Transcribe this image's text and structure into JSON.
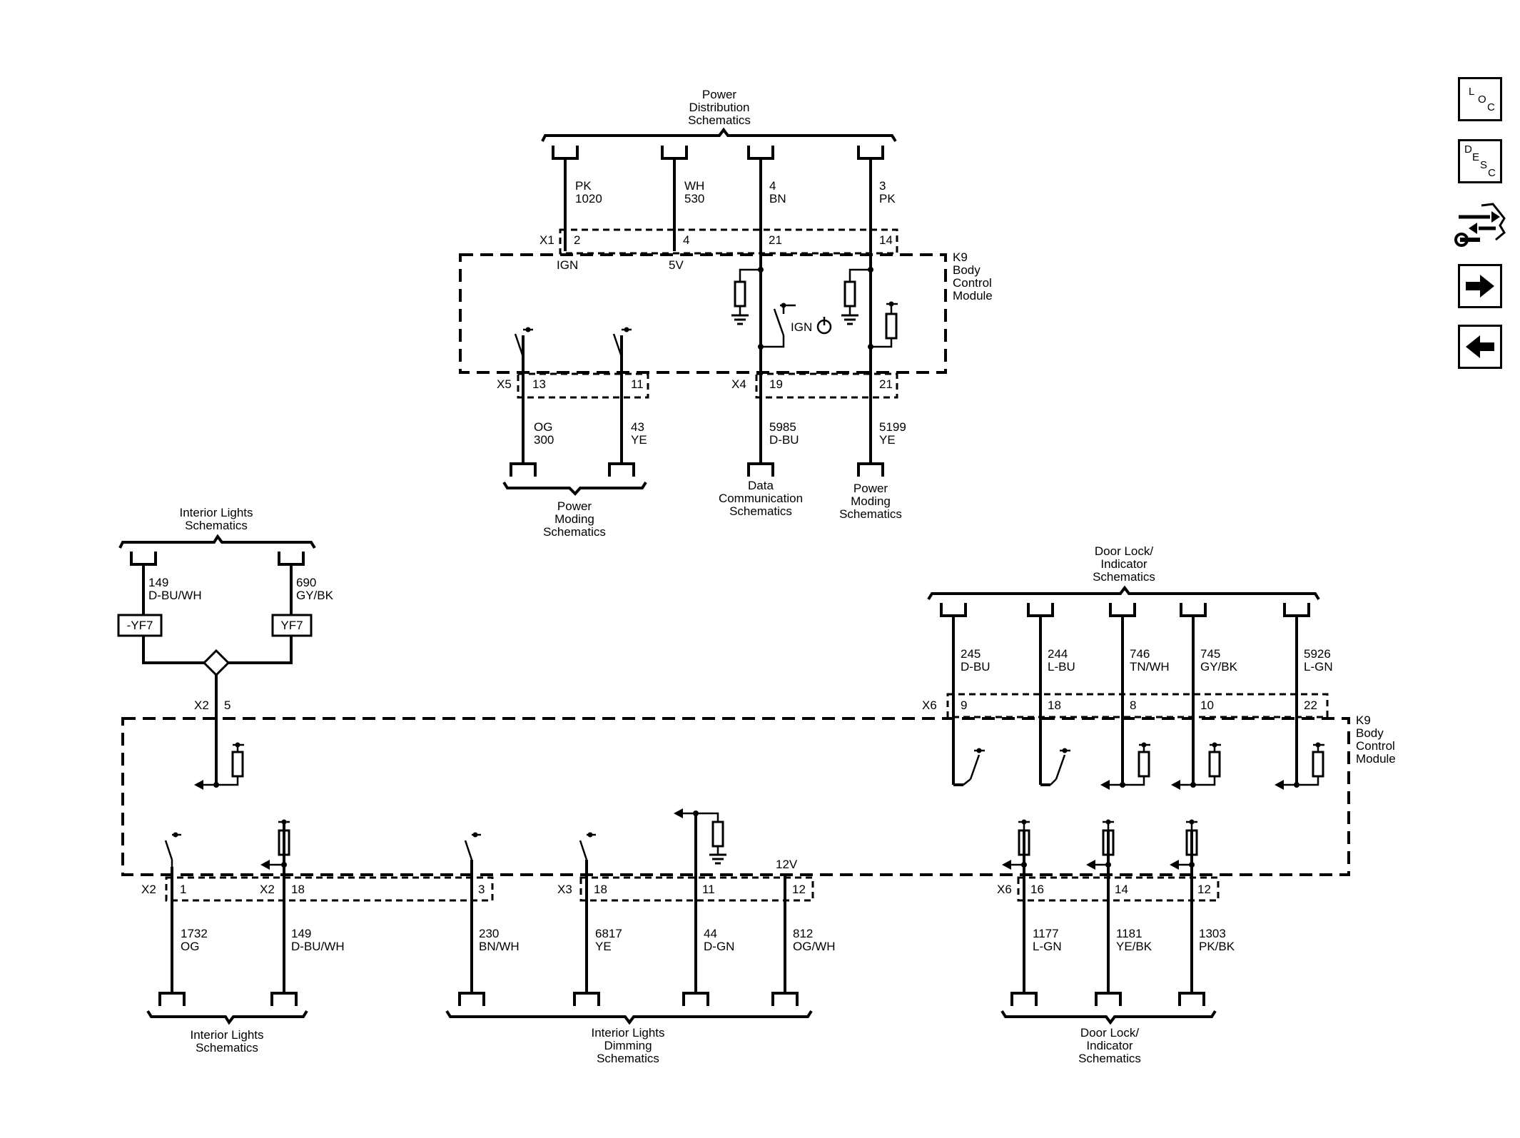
{
  "nav": {
    "loc": [
      "L",
      "O",
      "C"
    ],
    "desc": [
      "D",
      "E",
      "S",
      "C"
    ]
  },
  "upper": {
    "source_label": [
      "Power",
      "Distribution",
      "Schematics"
    ],
    "wires": [
      {
        "l1": "PK",
        "l2": "1020",
        "pin": "2",
        "func": "IGN"
      },
      {
        "l1": "WH",
        "l2": "530",
        "pin": "4",
        "func": "5V"
      },
      {
        "l1": "4",
        "l2": "BN",
        "pin": "21"
      },
      {
        "l1": "3",
        "l2": "PK",
        "pin": "14"
      }
    ],
    "conn_x1": "X1",
    "module": [
      "K9",
      "Body",
      "Control",
      "Module"
    ],
    "ign_label": "IGN",
    "conn_x5": "X5",
    "conn_x4": "X4",
    "bottom_wires": [
      {
        "pin": "13",
        "l1": "OG",
        "l2": "300"
      },
      {
        "pin": "11",
        "l1": "43",
        "l2": "YE"
      },
      {
        "pin": "19",
        "l1": "5985",
        "l2": "D-BU"
      },
      {
        "pin": "21",
        "l1": "5199",
        "l2": "YE"
      }
    ],
    "dest_power_moding": [
      "Power",
      "Moding",
      "Schematics"
    ],
    "dest_data_comm": [
      "Data",
      "Communication",
      "Schematics"
    ],
    "dest_power_moding_2": [
      "Power",
      "Moding",
      "Schematics"
    ]
  },
  "interior_top": {
    "label": [
      "Interior Lights",
      "Schematics"
    ],
    "wires": [
      {
        "l1": "149",
        "l2": "D-BU/WH",
        "box": "-YF7"
      },
      {
        "l1": "690",
        "l2": "GY/BK",
        "box": "YF7"
      }
    ],
    "conn": "X2",
    "pin": "5"
  },
  "doorlock_top": {
    "label": [
      "Door Lock/",
      "Indicator",
      "Schematics"
    ],
    "conn": "X6",
    "wires": [
      {
        "l1": "245",
        "l2": "D-BU",
        "pin": "9"
      },
      {
        "l1": "244",
        "l2": "L-BU",
        "pin": "18"
      },
      {
        "l1": "746",
        "l2": "TN/WH",
        "pin": "8"
      },
      {
        "l1": "745",
        "l2": "GY/BK",
        "pin": "10"
      },
      {
        "l1": "5926",
        "l2": "L-GN",
        "pin": "22"
      }
    ]
  },
  "lower_module": [
    "K9",
    "Body",
    "Control",
    "Module"
  ],
  "twelve_v": "12V",
  "bottom": {
    "conns": [
      "X2",
      "X2",
      "X3",
      "X6"
    ],
    "wires": [
      {
        "pin": "1",
        "l1": "1732",
        "l2": "OG"
      },
      {
        "pin": "18",
        "l1": "149",
        "l2": "D-BU/WH"
      },
      {
        "pin": "3",
        "l1": "230",
        "l2": "BN/WH"
      },
      {
        "pin": "18",
        "l1": "6817",
        "l2": "YE"
      },
      {
        "pin": "11",
        "l1": "44",
        "l2": "D-GN"
      },
      {
        "pin": "12",
        "l1": "812",
        "l2": "OG/WH"
      },
      {
        "pin": "16",
        "l1": "1177",
        "l2": "L-GN"
      },
      {
        "pin": "14",
        "l1": "1181",
        "l2": "YE/BK"
      },
      {
        "pin": "12",
        "l1": "1303",
        "l2": "PK/BK"
      }
    ],
    "dest_interior": [
      "Interior Lights",
      "Schematics"
    ],
    "dest_dimming": [
      "Interior Lights",
      "Dimming",
      "Schematics"
    ],
    "dest_doorlock": [
      "Door Lock/",
      "Indicator",
      "Schematics"
    ]
  }
}
